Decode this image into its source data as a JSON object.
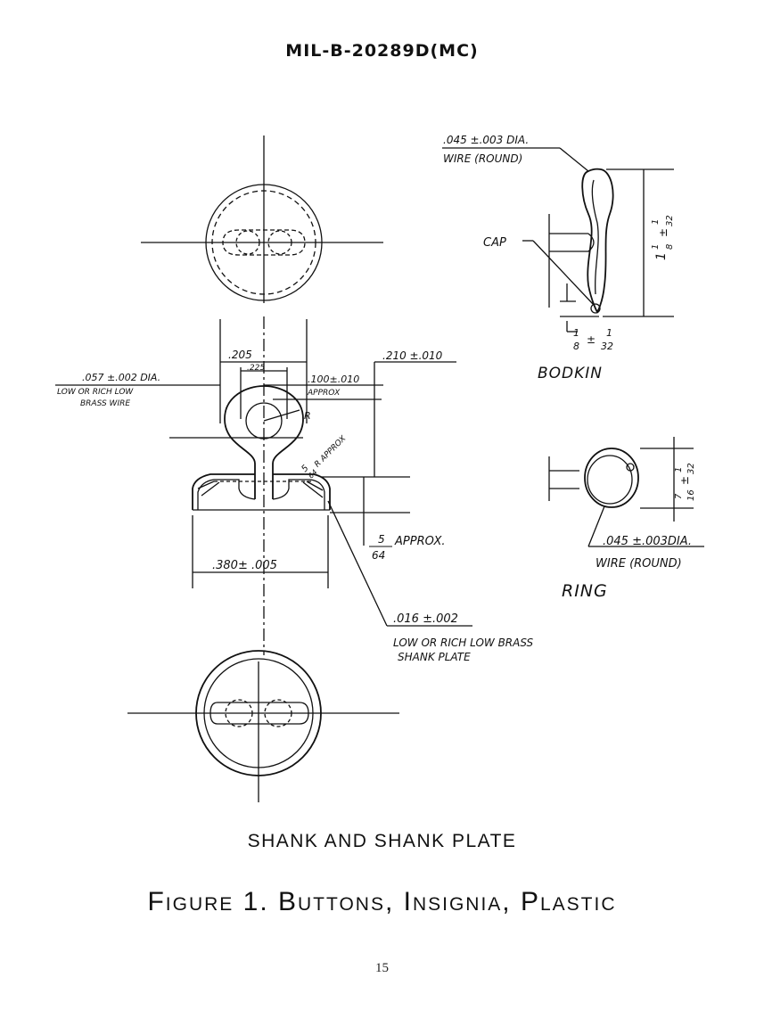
{
  "header": {
    "doc_id": "MIL-B-20289D(MC)"
  },
  "bodkin": {
    "wire_spec": ".045 ±.003 DIA.",
    "wire_type": "WIRE (ROUND)",
    "cap_label": "CAP",
    "length_whole": "1",
    "length_frac_num": "1",
    "length_frac_den": "8",
    "length_tol_sign": "±",
    "length_tol_num": "1",
    "length_tol_den": "32",
    "tip_num": "1",
    "tip_den": "8",
    "tip_tol_sign": "±",
    "tip_tol_num": "1",
    "tip_tol_den": "32",
    "title": "BODKIN"
  },
  "shank": {
    "width_outer": ".205",
    "width_inner": ".225",
    "wire_dia": ".057 ±.002 DIA.",
    "wire_material_1": "LOW OR RICH LOW",
    "wire_material_2": "BRASS WIRE",
    "offset": ".100±.010",
    "offset_note": "APPROX",
    "height": ".210 ±.010",
    "radius_label": "R",
    "small_radius_num": "5",
    "small_radius_den": "64",
    "small_radius_note": "R APPROX",
    "plate_height_num": "5",
    "plate_height_den": "64",
    "plate_height_note": "APPROX.",
    "plate_dia": ".380± .005",
    "plate_thickness": ".016 ±.002",
    "plate_material_1": "LOW OR RICH LOW BRASS",
    "plate_material_2": "SHANK PLATE"
  },
  "ring": {
    "dim_num": "7",
    "dim_den": "16",
    "dim_tol_sign": "±",
    "dim_tol_num": "1",
    "dim_tol_den": "32",
    "wire_spec": ".045 ±.003DIA.",
    "wire_type": "WIRE (ROUND)",
    "title": "RING"
  },
  "captions": {
    "sub": "SHANK AND SHANK PLATE",
    "main": "Figure 1. Buttons, Insignia, Plastic"
  },
  "page_number": "15"
}
